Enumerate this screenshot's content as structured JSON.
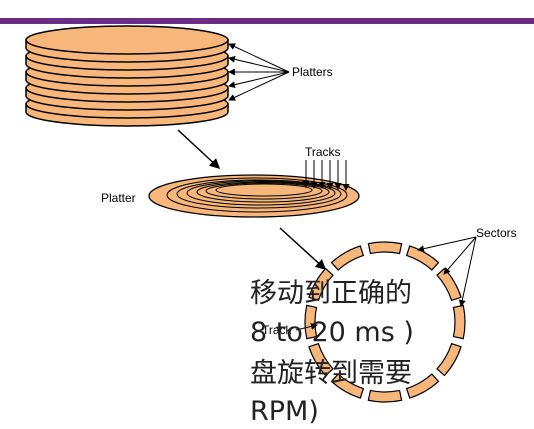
{
  "labels": {
    "platters": "Platters",
    "tracks": "Tracks",
    "platter": "Platter",
    "sectors": "Sectors",
    "track": "Track"
  },
  "slide_text": {
    "line1": "移动到正确的",
    "line2": "8 to 20 ms )",
    "line3": "盘旋转到需要",
    "line4": "RPM)"
  },
  "colors": {
    "platter_fill": "#f7b67a",
    "stroke": "#000000",
    "accent_bar": "#6b2c86"
  }
}
